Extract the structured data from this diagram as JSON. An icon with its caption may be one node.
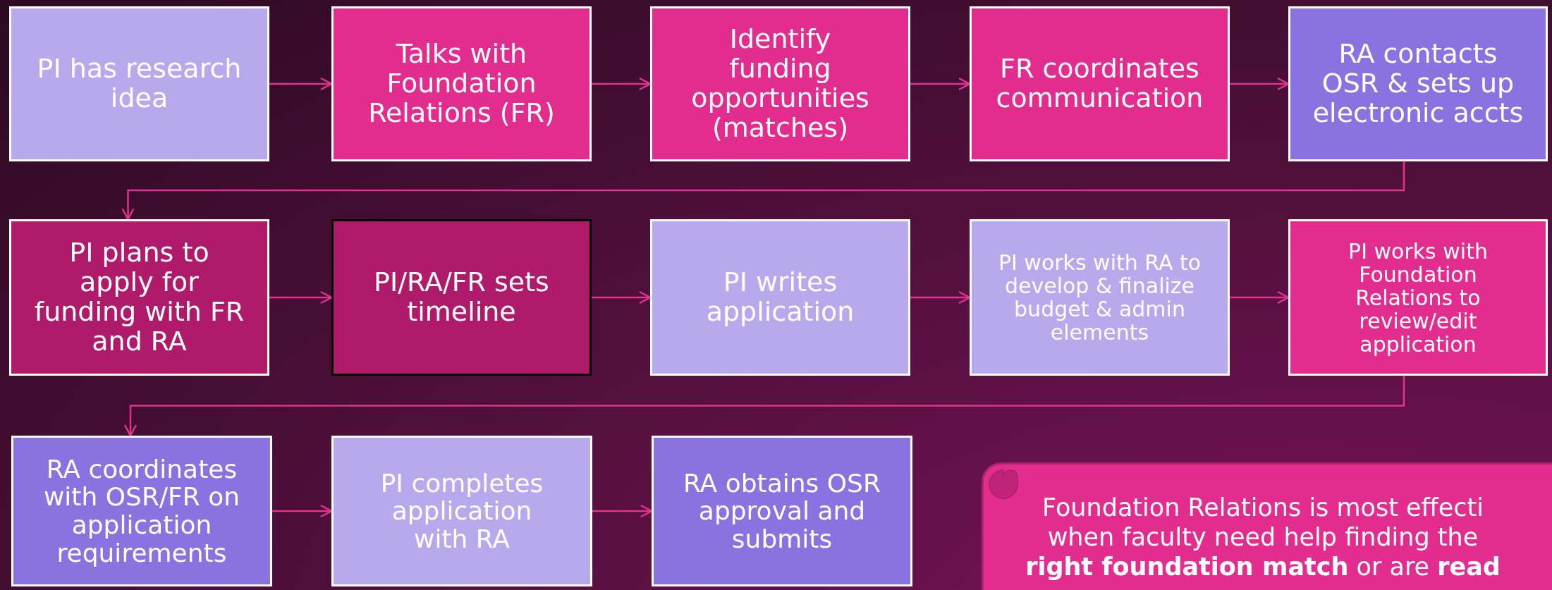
{
  "diagram": {
    "nodes": [
      {
        "text": [
          "PI has research idea"
        ]
      },
      {
        "text": [
          "Talks with Foundation Relations (FR)"
        ]
      },
      {
        "text": [
          "Identify funding opportunities (matches)"
        ]
      },
      {
        "text": [
          "FR coordinates communication"
        ]
      },
      {
        "text": [
          "RA contacts OSR & sets up electronic accts"
        ]
      },
      {
        "text": [
          "PI plans to apply for funding with FR and RA"
        ]
      },
      {
        "text": [
          "PI/RA/FR sets timeline"
        ]
      },
      {
        "text": [
          "PI writes application"
        ]
      },
      {
        "text": [
          "PI works with RA to develop & finalize budget & admin elements"
        ]
      },
      {
        "text": [
          "PI works with Foundation Relations to review/edit application"
        ]
      },
      {
        "text": [
          "RA coordinates with OSR/FR on application requirements"
        ]
      },
      {
        "text": [
          "PI completes application with RA"
        ]
      },
      {
        "text": [
          "RA obtains OSR approval and submits"
        ]
      },
      {
        "text": [
          "Foundation Relations is most effecti when faculty need help finding the **right foundation match** or are **read**"
        ]
      }
    ],
    "edges": [
      {
        "from": 0,
        "to": 1,
        "arrow": "to"
      },
      {
        "from": 1,
        "to": 2,
        "arrow": "to"
      },
      {
        "from": 2,
        "to": 3,
        "arrow": "to"
      },
      {
        "from": 3,
        "to": 4,
        "arrow": "to"
      },
      {
        "from": 4,
        "to": 5,
        "arrow": "to"
      },
      {
        "from": 5,
        "to": 6,
        "arrow": "to"
      },
      {
        "from": 6,
        "to": 7,
        "arrow": "to"
      },
      {
        "from": 7,
        "to": 8,
        "arrow": "to"
      },
      {
        "from": 8,
        "to": 9,
        "arrow": "to"
      },
      {
        "from": 9,
        "to": 10,
        "arrow": "to"
      },
      {
        "from": 10,
        "to": 11,
        "arrow": "to"
      },
      {
        "from": 11,
        "to": 12,
        "arrow": "to"
      }
    ]
  }
}
